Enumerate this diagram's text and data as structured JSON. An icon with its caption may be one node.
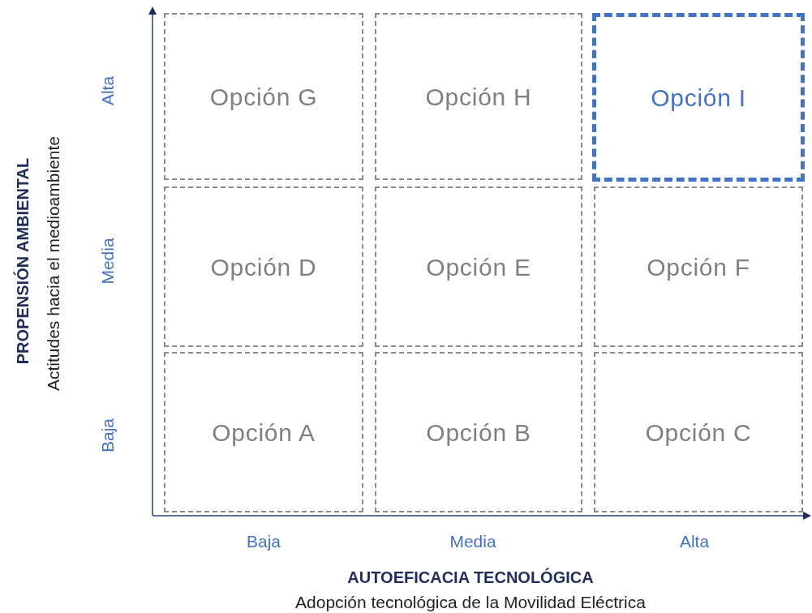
{
  "diagram": {
    "nodes": [
      {
        "text": [
          "Opción G"
        ]
      },
      {
        "text": [
          "Opción H"
        ]
      },
      {
        "text": [
          "Opción I"
        ]
      },
      {
        "text": [
          "Opción D"
        ]
      },
      {
        "text": [
          "Opción E"
        ]
      },
      {
        "text": [
          "Opción F"
        ]
      },
      {
        "text": [
          "Opción A"
        ]
      },
      {
        "text": [
          "Opción B"
        ]
      },
      {
        "text": [
          "Opción C"
        ]
      }
    ],
    "labels": [
      "PROPENSIÓN AMBIENTAL",
      "Actitudes hacia el medioambiente",
      "Alta",
      "Media",
      "Baja",
      "Baja",
      "Media",
      "Alta",
      "AUTOEFICACIA TECNOLÓGICA",
      "Adopción tecnológica de la Movilidad Eléctrica"
    ]
  }
}
